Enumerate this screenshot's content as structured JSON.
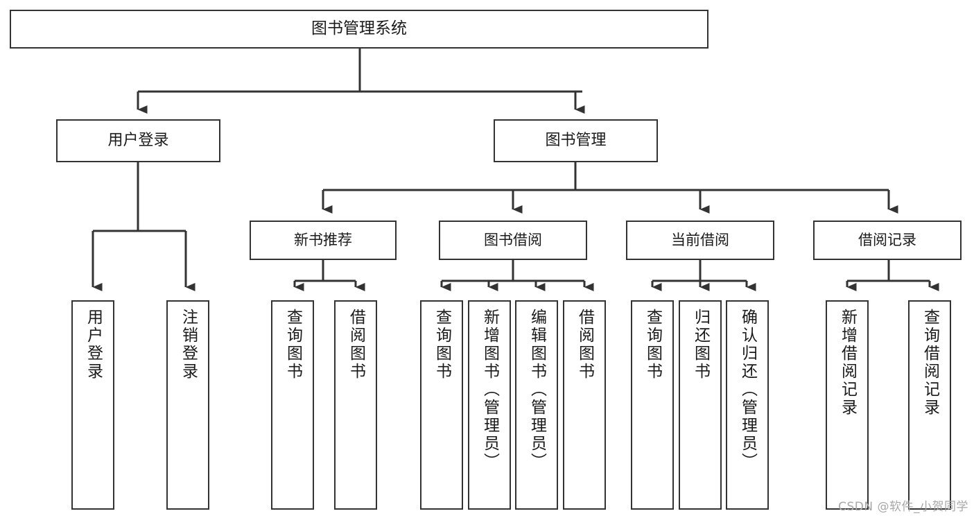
{
  "diagram": {
    "title": "图书管理系统",
    "type": "tree-hierarchy-chart",
    "watermark": "CSDN @软件_小贺同学",
    "colors": {
      "background": "#ffffff",
      "border": "#333333",
      "edge": "#333333",
      "text": "#1a1a1a",
      "watermark": "#a8a8a8"
    },
    "root": {
      "id": "root",
      "label": "图书管理系统"
    },
    "level2": [
      {
        "id": "user-login",
        "label": "用户登录"
      },
      {
        "id": "book-manage",
        "label": "图书管理"
      }
    ],
    "level3": [
      {
        "id": "new-book-recommend",
        "label": "新书推荐",
        "parent": "book-manage"
      },
      {
        "id": "book-borrow",
        "label": "图书借阅",
        "parent": "book-manage"
      },
      {
        "id": "current-borrow",
        "label": "当前借阅",
        "parent": "book-manage"
      },
      {
        "id": "borrow-record",
        "label": "借阅记录",
        "parent": "book-manage"
      }
    ],
    "leaves": [
      {
        "id": "leaf-user-login",
        "label": "用户登录",
        "parent": "user-login"
      },
      {
        "id": "leaf-logout",
        "label": "注销登录",
        "parent": "user-login"
      },
      {
        "id": "leaf-query-book-1",
        "label": "查询图书",
        "parent": "new-book-recommend"
      },
      {
        "id": "leaf-borrow-book-1",
        "label": "借阅图书",
        "parent": "new-book-recommend"
      },
      {
        "id": "leaf-query-book-2",
        "label": "查询图书",
        "parent": "book-borrow"
      },
      {
        "id": "leaf-add-book",
        "label": "新增图书（管理员）",
        "parent": "book-borrow"
      },
      {
        "id": "leaf-edit-book",
        "label": "编辑图书（管理员）",
        "parent": "book-borrow"
      },
      {
        "id": "leaf-borrow-book-2",
        "label": "借阅图书",
        "parent": "book-borrow"
      },
      {
        "id": "leaf-query-book-3",
        "label": "查询图书",
        "parent": "current-borrow"
      },
      {
        "id": "leaf-return-book",
        "label": "归还图书",
        "parent": "current-borrow"
      },
      {
        "id": "leaf-confirm-return",
        "label": "确认归还（管理员）",
        "parent": "current-borrow"
      },
      {
        "id": "leaf-add-record",
        "label": "新增借阅记录",
        "parent": "borrow-record"
      },
      {
        "id": "leaf-query-record",
        "label": "查询借阅记录",
        "parent": "borrow-record"
      }
    ]
  }
}
